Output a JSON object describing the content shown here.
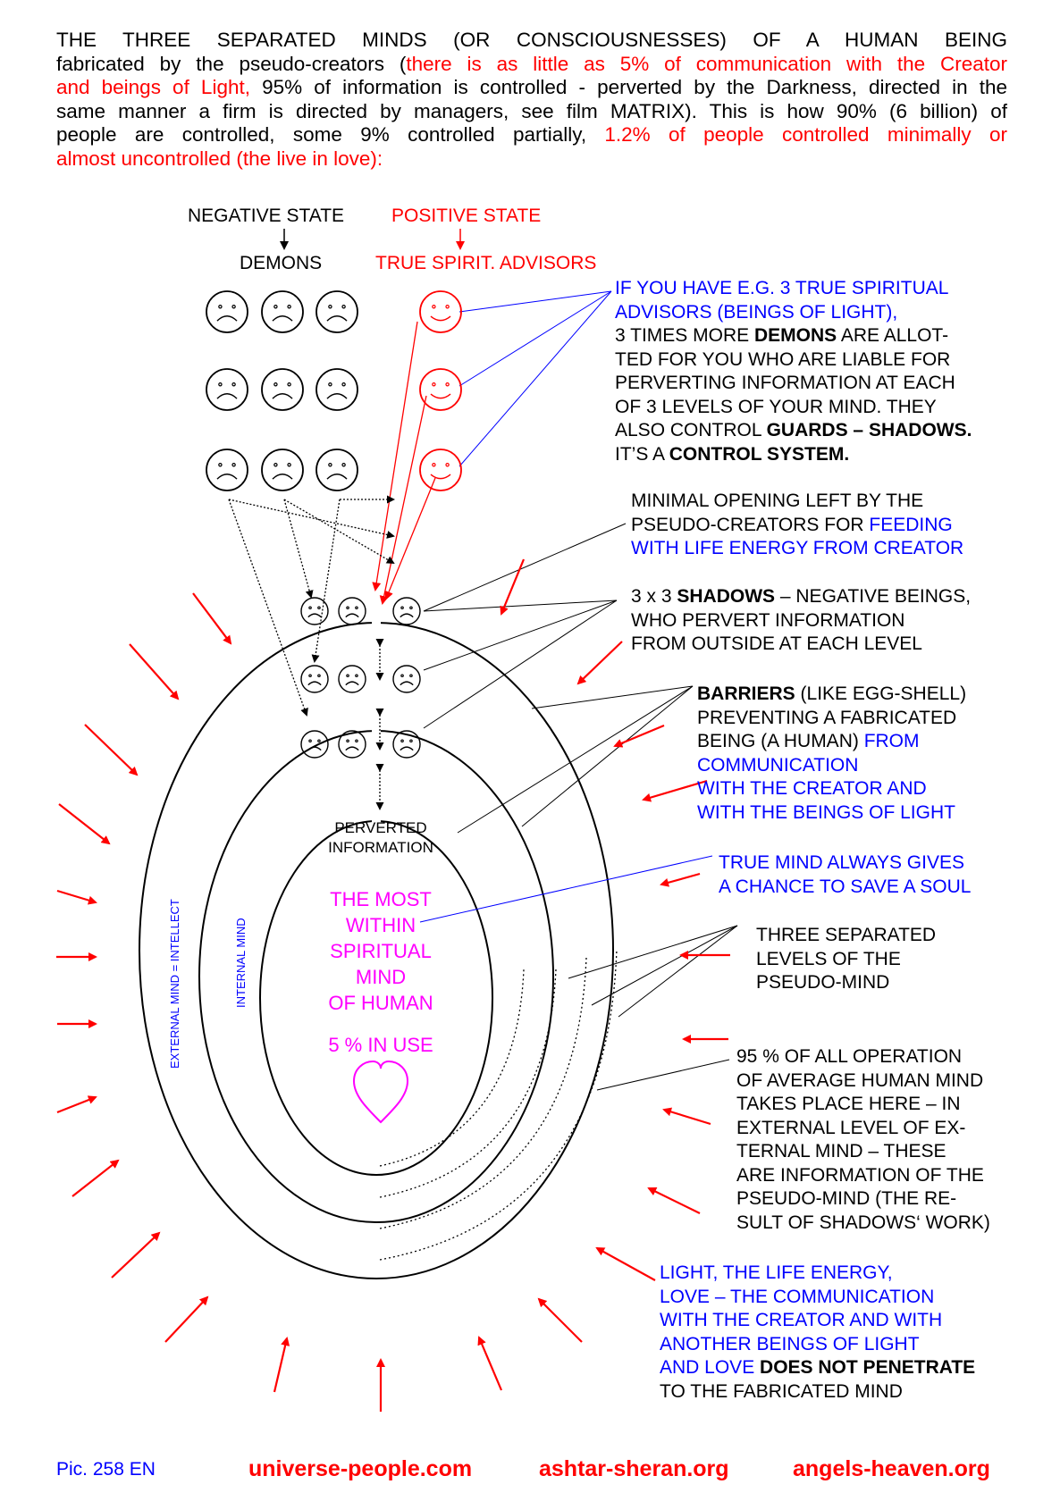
{
  "intro": {
    "lines": [
      [
        {
          "t": "THE THREE SEPARATED MINDS (OR CONSCIOUSNESSES) OF A HUMAN BEING",
          "c": "black"
        }
      ],
      [
        {
          "t": "fabricated by the pseudo-creators (",
          "c": "black"
        },
        {
          "t": "there is as little as 5% of communication with the Creator",
          "c": "red"
        }
      ],
      [
        {
          "t": "and beings of Light,",
          "c": "red"
        },
        {
          "t": " 95% of information is controlled - perverted by the Darkness, directed in the",
          "c": "black"
        }
      ],
      [
        {
          "t": "same manner a firm is directed by managers, see film MATRIX). This is how 90% (6 billion) of",
          "c": "black"
        }
      ],
      [
        {
          "t": "people are controlled, some 9% controlled partially, ",
          "c": "black"
        },
        {
          "t": "1.2% of people controlled minimally or",
          "c": "red"
        }
      ],
      [
        {
          "t": "almost uncontrolled (the live in love):",
          "c": "red"
        }
      ]
    ]
  },
  "headers": {
    "negative_state": "NEGATIVE STATE",
    "positive_state": "POSITIVE STATE",
    "demons": "DEMONS",
    "advisors": "TRUE SPIRIT. ADVISORS"
  },
  "annotations": {
    "advisors_note": [
      [
        {
          "t": "IF YOU HAVE E.G. 3 TRUE SPIRITUAL",
          "c": "blue"
        }
      ],
      [
        {
          "t": "ADVISORS (BEINGS OF LIGHT),",
          "c": "blue"
        }
      ],
      [
        {
          "t": "3 TIMES MORE ",
          "c": "black"
        },
        {
          "t": "DEMONS",
          "c": "black",
          "b": true
        },
        {
          "t": " ARE ALLOT-",
          "c": "black"
        }
      ],
      [
        {
          "t": "TED FOR YOU WHO ARE LIABLE FOR",
          "c": "black"
        }
      ],
      [
        {
          "t": "PERVERTING INFORMATION AT EACH",
          "c": "black"
        }
      ],
      [
        {
          "t": "OF 3 LEVELS OF YOUR MIND. THEY",
          "c": "black"
        }
      ],
      [
        {
          "t": "ALSO CONTROL ",
          "c": "black"
        },
        {
          "t": "GUARDS – SHADOWS.",
          "c": "black",
          "b": true
        }
      ],
      [
        {
          "t": "IT’S A ",
          "c": "black"
        },
        {
          "t": "CONTROL SYSTEM.",
          "c": "black",
          "b": true
        }
      ]
    ],
    "opening_note": [
      [
        {
          "t": "MINIMAL OPENING LEFT BY THE",
          "c": "black"
        }
      ],
      [
        {
          "t": "PSEUDO-CREATORS FOR ",
          "c": "black"
        },
        {
          "t": "FEEDING",
          "c": "blue"
        }
      ],
      [
        {
          "t": "WITH LIFE ENERGY FROM CREATOR",
          "c": "blue"
        }
      ]
    ],
    "shadows_note": [
      [
        {
          "t": "3 x 3 ",
          "c": "black"
        },
        {
          "t": "SHADOWS",
          "c": "black",
          "b": true
        },
        {
          "t": " – NEGATIVE BEINGS,",
          "c": "black"
        }
      ],
      [
        {
          "t": "WHO PERVERT INFORMATION",
          "c": "black"
        }
      ],
      [
        {
          "t": "FROM OUTSIDE AT EACH LEVEL",
          "c": "black"
        }
      ]
    ],
    "barriers_note": [
      [
        {
          "t": "BARRIERS",
          "c": "black",
          "b": true
        },
        {
          "t": " (LIKE EGG-SHELL)",
          "c": "black"
        }
      ],
      [
        {
          "t": "PREVENTING A FABRICATED",
          "c": "black"
        }
      ],
      [
        {
          "t": "BEING (A HUMAN) ",
          "c": "black"
        },
        {
          "t": "FROM",
          "c": "blue"
        }
      ],
      [
        {
          "t": "COMMUNICATION",
          "c": "blue"
        }
      ],
      [
        {
          "t": "WITH THE CREATOR AND",
          "c": "blue"
        }
      ],
      [
        {
          "t": "WITH THE BEINGS OF LIGHT",
          "c": "blue"
        }
      ]
    ],
    "true_mind_note": [
      [
        {
          "t": "TRUE MIND ALWAYS GIVES",
          "c": "blue"
        }
      ],
      [
        {
          "t": "A CHANCE TO SAVE A SOUL",
          "c": "blue"
        }
      ]
    ],
    "levels_note": [
      [
        {
          "t": "THREE SEPARATED",
          "c": "black"
        }
      ],
      [
        {
          "t": "LEVELS OF THE",
          "c": "black"
        }
      ],
      [
        {
          "t": "PSEUDO-MIND",
          "c": "black"
        }
      ]
    ],
    "operation_note": [
      [
        {
          "t": "95 % OF ALL OPERATION",
          "c": "black"
        }
      ],
      [
        {
          "t": "OF AVERAGE HUMAN MIND",
          "c": "black"
        }
      ],
      [
        {
          "t": "TAKES PLACE HERE – IN",
          "c": "black"
        }
      ],
      [
        {
          "t": "EXTERNAL LEVEL OF EX-",
          "c": "black"
        }
      ],
      [
        {
          "t": "TERNAL MIND – THESE",
          "c": "black"
        }
      ],
      [
        {
          "t": "ARE INFORMATION OF THE",
          "c": "black"
        }
      ],
      [
        {
          "t": "PSEUDO-MIND (THE RE-",
          "c": "black"
        }
      ],
      [
        {
          "t": "SULT OF SHADOWS‘ WORK)",
          "c": "black"
        }
      ]
    ],
    "light_note": [
      [
        {
          "t": "LIGHT, THE LIFE ENERGY,",
          "c": "blue"
        }
      ],
      [
        {
          "t": "LOVE – THE COMMUNICATION",
          "c": "blue"
        }
      ],
      [
        {
          "t": "WITH THE CREATOR AND WITH",
          "c": "blue"
        }
      ],
      [
        {
          "t": "ANOTHER BEINGS OF LIGHT",
          "c": "blue"
        }
      ],
      [
        {
          "t": "AND LOVE ",
          "c": "blue"
        },
        {
          "t": "DOES NOT PENETRATE",
          "c": "black",
          "b": true
        }
      ],
      [
        {
          "t": "TO THE FABRICATED MIND",
          "c": "black"
        }
      ]
    ]
  },
  "center": {
    "perverted": "PERVERTED",
    "information": "INFORMATION",
    "spiritual_lines": [
      "THE MOST",
      "WITHIN",
      "SPIRITUAL",
      "MIND",
      "OF HUMAN"
    ],
    "in_use": "5 % IN USE",
    "external_label": "EXTERNAL MIND = INTELLECT",
    "internal_label": "INTERNAL MIND"
  },
  "footer": {
    "pic": "Pic. 258 EN",
    "site1": "universe-people.com",
    "site2": "ashtar-sheran.org",
    "site3": "angels-heaven.org"
  },
  "colors": {
    "red": "#ff0000",
    "blue": "#0000ff",
    "magenta": "#ff00ff",
    "black": "#000000"
  },
  "icons": [
    "sad-face-icon",
    "smiley-face-icon",
    "heart-icon",
    "red-arrow-icon",
    "double-arrow-icon"
  ]
}
